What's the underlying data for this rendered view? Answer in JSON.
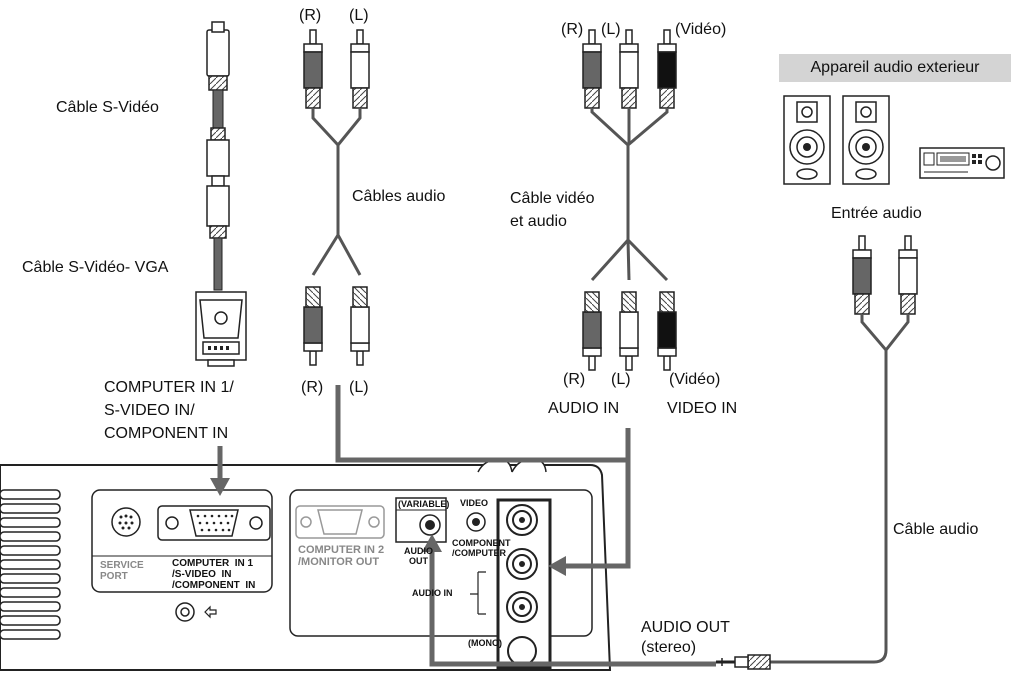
{
  "labels": {
    "svideo_cable": "Câble S-Vidéo",
    "svideo_vga_cable": "Câble S-Vidéo- VGA",
    "computer_in_1": "COMPUTER IN 1/\nS-VIDEO IN/\nCOMPONENT IN",
    "audio_cables": "Câbles audio",
    "audio_r_top": "(R)",
    "audio_l_top": "(L)",
    "audio_r_bottom": "(R)",
    "audio_l_bottom": "(L)",
    "av_top_r": "(R)",
    "av_top_l": "(L)",
    "av_top_video": "(Vidéo)",
    "av_cable": "Câble vidéo\net audio",
    "av_bottom_r": "(R)",
    "av_bottom_l": "(L)",
    "av_bottom_video": "(Vidéo)",
    "audio_in": "AUDIO IN",
    "video_in": "VIDEO IN",
    "ext_audio_device": "Appareil audio exterieur",
    "audio_input": "Entrée audio",
    "audio_cable_right": "Câble audio",
    "audio_out": "AUDIO OUT\n(stereo)"
  },
  "panel": {
    "service_port": "SERVICE\nPORT",
    "computer_in_1": "COMPUTER  IN 1\n/S-VIDEO  IN\n/COMPONENT  IN",
    "computer_in_2": "COMPUTER IN 2\n/MONITOR OUT",
    "variable": "(VARIABLE)",
    "audio_out": "AUDIO\nOUT",
    "video": "VIDEO",
    "component_computer": "COMPONENT\n/COMPUTER",
    "audio_in": "AUDIO  IN",
    "mono": "(MONO)"
  },
  "colors": {
    "cable_gray": "#777777",
    "plug_dark": "#555555",
    "plug_black": "#111111",
    "header_bg": "#d4d4d4"
  }
}
